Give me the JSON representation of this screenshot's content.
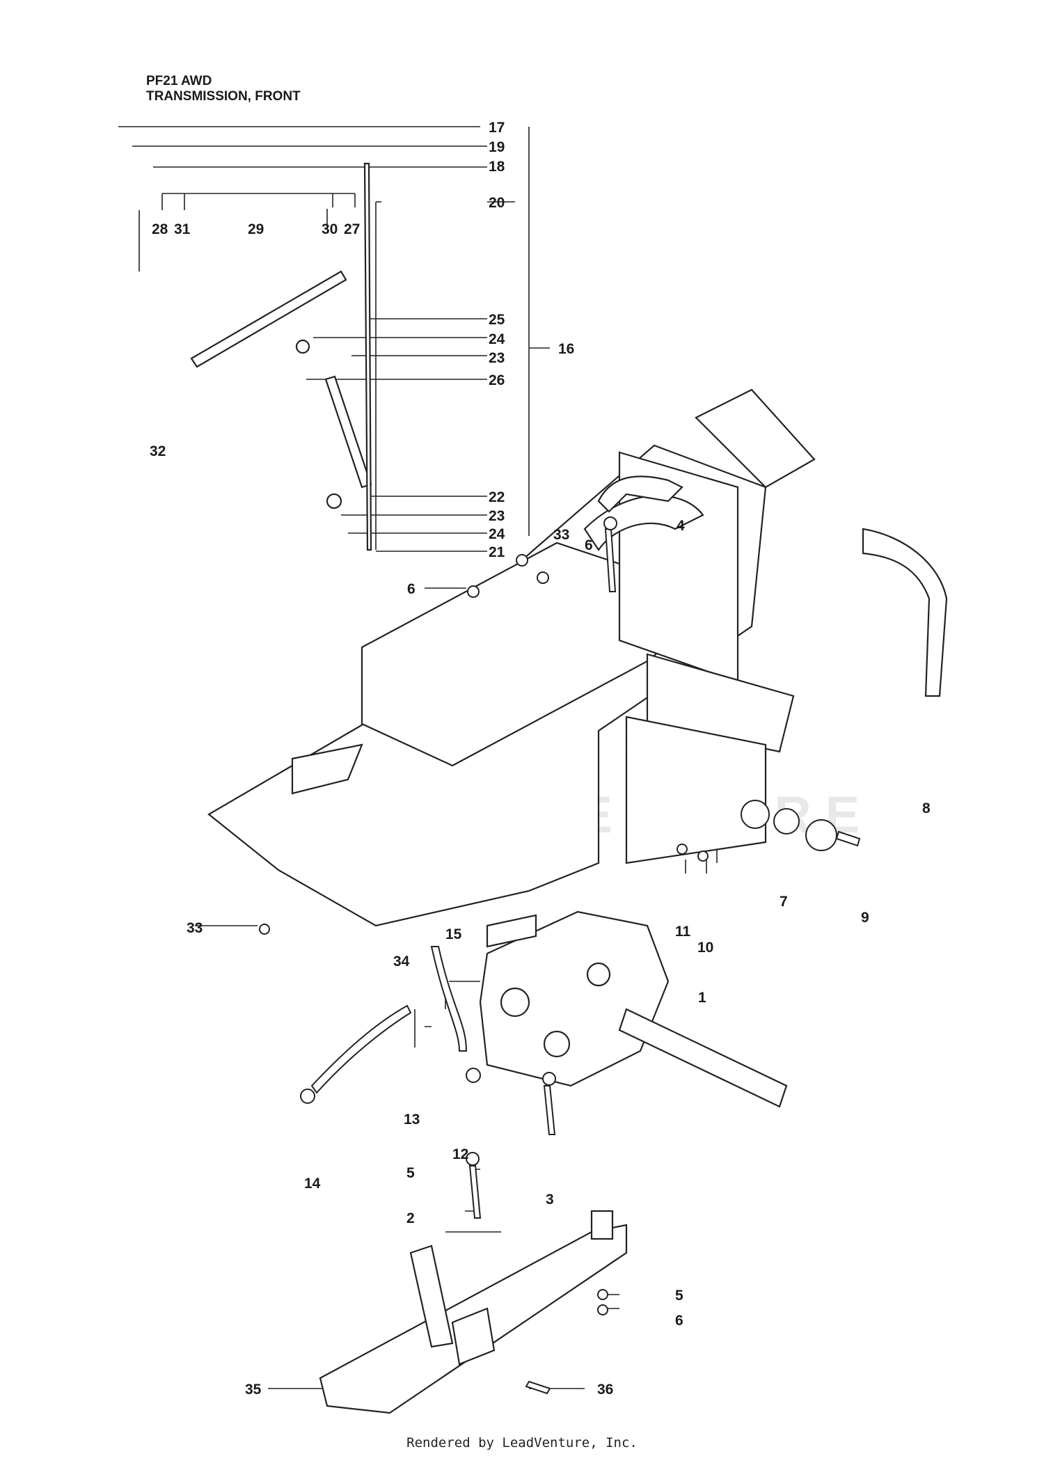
{
  "header": {
    "model": "PF21 AWD",
    "section": "TRANSMISSION, FRONT"
  },
  "watermark": "LEADVENTURE",
  "footer": "Rendered by LeadVenture, Inc.",
  "callouts": [
    "17",
    "19",
    "18",
    "20",
    "28",
    "31",
    "29",
    "30",
    "27",
    "25",
    "24",
    "23",
    "16",
    "26",
    "32",
    "22",
    "23",
    "24",
    "21",
    "33",
    "6",
    "4",
    "6",
    "8",
    "7",
    "9",
    "11",
    "10",
    "33",
    "15",
    "34",
    "1",
    "13",
    "14",
    "12",
    "5",
    "3",
    "2",
    "5",
    "6",
    "35",
    "36"
  ]
}
